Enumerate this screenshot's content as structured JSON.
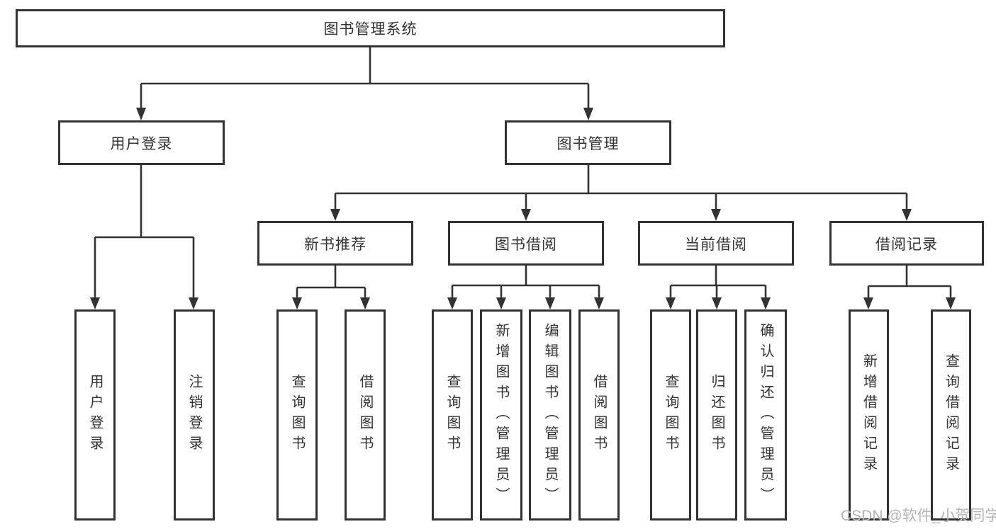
{
  "diagram": {
    "type": "hierarchy",
    "root": {
      "label": "图书管理系统"
    },
    "level2": [
      {
        "label": "用户登录"
      },
      {
        "label": "图书管理"
      }
    ],
    "level3": [
      {
        "label": "新书推荐"
      },
      {
        "label": "图书借阅"
      },
      {
        "label": "当前借阅"
      },
      {
        "label": "借阅记录"
      }
    ],
    "leaves": {
      "user_login": [
        {
          "label": "用户登录"
        },
        {
          "label": "注销登录"
        }
      ],
      "new_book_rec": [
        {
          "label": "查询图书"
        },
        {
          "label": "借阅图书"
        }
      ],
      "book_borrow": [
        {
          "label": "查询图书"
        },
        {
          "label": "新增图书（管理员）"
        },
        {
          "label": "编辑图书（管理员）"
        },
        {
          "label": "借阅图书"
        }
      ],
      "current_borrow": [
        {
          "label": "查询图书"
        },
        {
          "label": "归还图书"
        },
        {
          "label": "确认归还（管理员）"
        }
      ],
      "borrow_record": [
        {
          "label": "新增借阅记录"
        },
        {
          "label": "查询借阅记录"
        }
      ]
    },
    "colors": {
      "line": "#333333",
      "text": "#333333",
      "background": "#ffffff",
      "watermark_text": "#b3b3b3"
    }
  },
  "watermark": "CSDN @软件_小贺同学"
}
